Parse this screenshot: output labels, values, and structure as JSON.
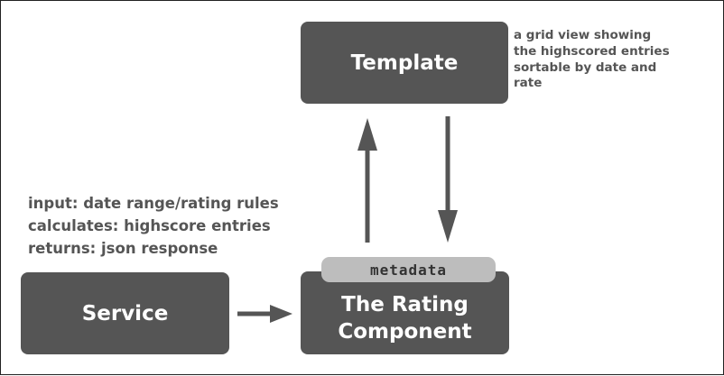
{
  "diagram": {
    "nodes": {
      "template": {
        "label": "Template"
      },
      "service": {
        "label": "Service"
      },
      "rating_component": {
        "label": "The Rating\nComponent"
      }
    },
    "badge": {
      "label": "metadata"
    },
    "annotations": {
      "template_note": "a grid view showing\nthe highscored entries\nsortable by date and\nrate",
      "service_description": "input: date range/rating rules\ncalculates: highscore entries\nreturns: json response"
    },
    "edges": [
      {
        "from": "service",
        "to": "rating_component"
      },
      {
        "from": "rating_component",
        "to": "template"
      },
      {
        "from": "template",
        "to": "rating_component"
      }
    ],
    "colors": {
      "box": "#555555",
      "badge": "#bdbdbd",
      "text_dark": "#555555",
      "arrow": "#555555"
    }
  }
}
